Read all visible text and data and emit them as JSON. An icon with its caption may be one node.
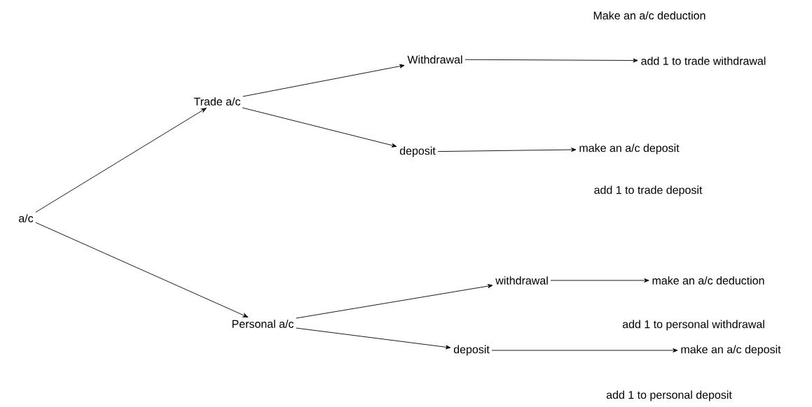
{
  "diagram": {
    "nodes": [
      {
        "text": [
          "a/c"
        ]
      },
      {
        "text": [
          "Trade a/c"
        ]
      },
      {
        "text": [
          "Withdrawal"
        ]
      },
      {
        "text": [
          "add 1 to trade withdrawal"
        ]
      },
      {
        "text": [
          "deposit"
        ]
      },
      {
        "text": [
          "make an a/c deposit"
        ]
      },
      {
        "text": [
          "Personal a/c"
        ]
      },
      {
        "text": [
          "withdrawal"
        ]
      },
      {
        "text": [
          "make an a/c deduction"
        ]
      },
      {
        "text": [
          "deposit"
        ]
      },
      {
        "text": [
          "make an a/c deposit"
        ]
      }
    ],
    "edges": [
      {
        "from": 0,
        "to": 1,
        "arrow": "to"
      },
      {
        "from": 0,
        "to": 6,
        "arrow": "to"
      },
      {
        "from": 1,
        "to": 2,
        "arrow": "to"
      },
      {
        "from": 1,
        "to": 4,
        "arrow": "to"
      },
      {
        "from": 2,
        "to": 3,
        "arrow": "to"
      },
      {
        "from": 4,
        "to": 5,
        "arrow": "to"
      },
      {
        "from": 6,
        "to": 7,
        "arrow": "to"
      },
      {
        "from": 6,
        "to": 9,
        "arrow": "to"
      },
      {
        "from": 7,
        "to": 8,
        "arrow": "to"
      },
      {
        "from": 9,
        "to": 10,
        "arrow": "to"
      }
    ],
    "labels": [
      "Make an a/c deduction",
      "add 1 to trade deposit",
      "add 1 to personal withdrawal",
      "add 1 to personal deposit"
    ]
  }
}
